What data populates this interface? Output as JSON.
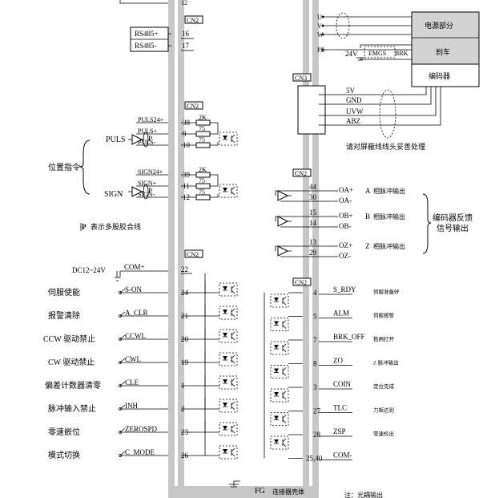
{
  "top_pin": "12",
  "cn_labels": [
    "CN2",
    "CN2",
    "CN2",
    "CN2",
    "CN2",
    "CN3"
  ],
  "rs485": [
    {
      "name": "RS485+",
      "pin": "16"
    },
    {
      "name": "RS485-",
      "pin": "17"
    }
  ],
  "motor": {
    "phases": [
      "U",
      "V",
      "W",
      "PE"
    ],
    "power_label": "电源部分",
    "brake_label": "刹车",
    "encoder_label": "编码器",
    "brake_voltage": "24V",
    "emgs": "EMGS",
    "brk": "BRK"
  },
  "encoder_lines": [
    "5V",
    "GND",
    "UVW",
    "ABZ"
  ],
  "shield_note": "请对屏蔽线线头妥善处理",
  "pulse_input": {
    "group_label": "位置指令",
    "puls": {
      "label": "PULS",
      "rows": [
        {
          "name": "PULS24+",
          "pin": "38",
          "res": "2K"
        },
        {
          "name": "PULS+",
          "pin": "9",
          "res": "75"
        },
        {
          "name": "PULS-",
          "pin": "10",
          "res": "75"
        }
      ]
    },
    "sign": {
      "label": "SIGN",
      "rows": [
        {
          "name": "SIGN24+",
          "pin": "39",
          "res": "2K"
        },
        {
          "name": "SIGN+",
          "pin": "11",
          "res": "75"
        },
        {
          "name": "SIGN-",
          "pin": "12",
          "res": "75"
        }
      ]
    },
    "twisted_pair_mark": "P",
    "twisted_note": "表示多股胶合线"
  },
  "encoder_output": {
    "group_label": [
      "编码器反馈",
      "信号输出"
    ],
    "channels": [
      {
        "letter": "A",
        "desc": "相脉冲输出",
        "plus": "OA+",
        "minus": "OA-",
        "pin_p": "44",
        "pin_m": "30"
      },
      {
        "letter": "B",
        "desc": "相脉冲输出",
        "plus": "OB+",
        "minus": "OB-",
        "pin_p": "15",
        "pin_m": "14"
      },
      {
        "letter": "Z",
        "desc": "相脉冲输出",
        "plus": "OZ+",
        "minus": "OZ-",
        "pin_p": "13",
        "pin_m": "29"
      }
    ]
  },
  "digital_inputs": {
    "supply": {
      "label": "DC12~24V",
      "signal": "COM+",
      "pin": "22"
    },
    "items": [
      {
        "desc": "伺服使能",
        "signal": "S-ON",
        "pin": "24"
      },
      {
        "desc": "报警清除",
        "signal": "A_CLR",
        "pin": "21"
      },
      {
        "desc": "CCW 驱动禁止",
        "signal": "CCWL",
        "pin": "20"
      },
      {
        "desc": "CW 驱动禁止",
        "signal": "CWL",
        "pin": "19"
      },
      {
        "desc": "偏差计数器清零",
        "signal": "CLE",
        "pin": "1"
      },
      {
        "desc": "脉冲输入禁止",
        "signal": "INH",
        "pin": "2"
      },
      {
        "desc": "零速嵌位",
        "signal": "ZEROSPD",
        "pin": "23"
      },
      {
        "desc": "模式切换",
        "signal": "C_MODE",
        "pin": "26"
      }
    ]
  },
  "digital_outputs": {
    "items": [
      {
        "pin": "4",
        "signal": "S_RDY",
        "desc": "伺服准备好"
      },
      {
        "pin": "5",
        "signal": "ALM",
        "desc": "伺服报警"
      },
      {
        "pin": "7",
        "signal": "BRK_OFF",
        "desc": "抱闸打开"
      },
      {
        "pin": "8",
        "signal": "ZO",
        "desc": "Z 脉冲输出"
      },
      {
        "pin": "3",
        "signal": "COIN",
        "desc": "定位完成"
      },
      {
        "pin": "27",
        "signal": "TLC",
        "desc": "力矩达到"
      },
      {
        "pin": "28",
        "signal": "ZSP",
        "desc": "零速检出"
      },
      {
        "pin": "25,40",
        "signal": "COM-",
        "desc": ""
      }
    ]
  },
  "ground": {
    "label": "FG",
    "desc": "连接器壳体"
  },
  "footer_note": "注：光耦输出"
}
